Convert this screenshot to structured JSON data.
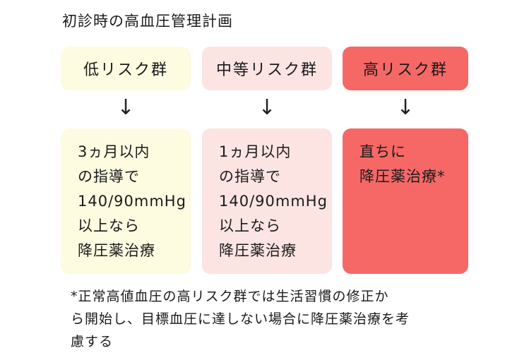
{
  "title": "初診時の高血圧管理計画",
  "colors": {
    "low_risk": "#fdfbe0",
    "mid_risk": "#fbe4e2",
    "high_risk": "#f56866"
  },
  "arrow": "↓",
  "groups": [
    {
      "label": "低リスク群",
      "plan_lines": [
        "3ヵ月以内",
        "の指導で",
        "140/90mmHg",
        "以上なら",
        "降圧薬治療"
      ]
    },
    {
      "label": "中等リスク群",
      "plan_lines": [
        "1ヵ月以内",
        "の指導で",
        "140/90mmHg",
        "以上なら",
        "降圧薬治療"
      ]
    },
    {
      "label": "高リスク群",
      "plan_lines": [
        "直ちに",
        "降圧薬治療*"
      ]
    }
  ],
  "note_lines": [
    "*正常高値血圧の高リスク群では生活習慣の修正か",
    "ら開始し、目標血圧に達しない場合に降圧薬治療を考",
    "慮する"
  ]
}
